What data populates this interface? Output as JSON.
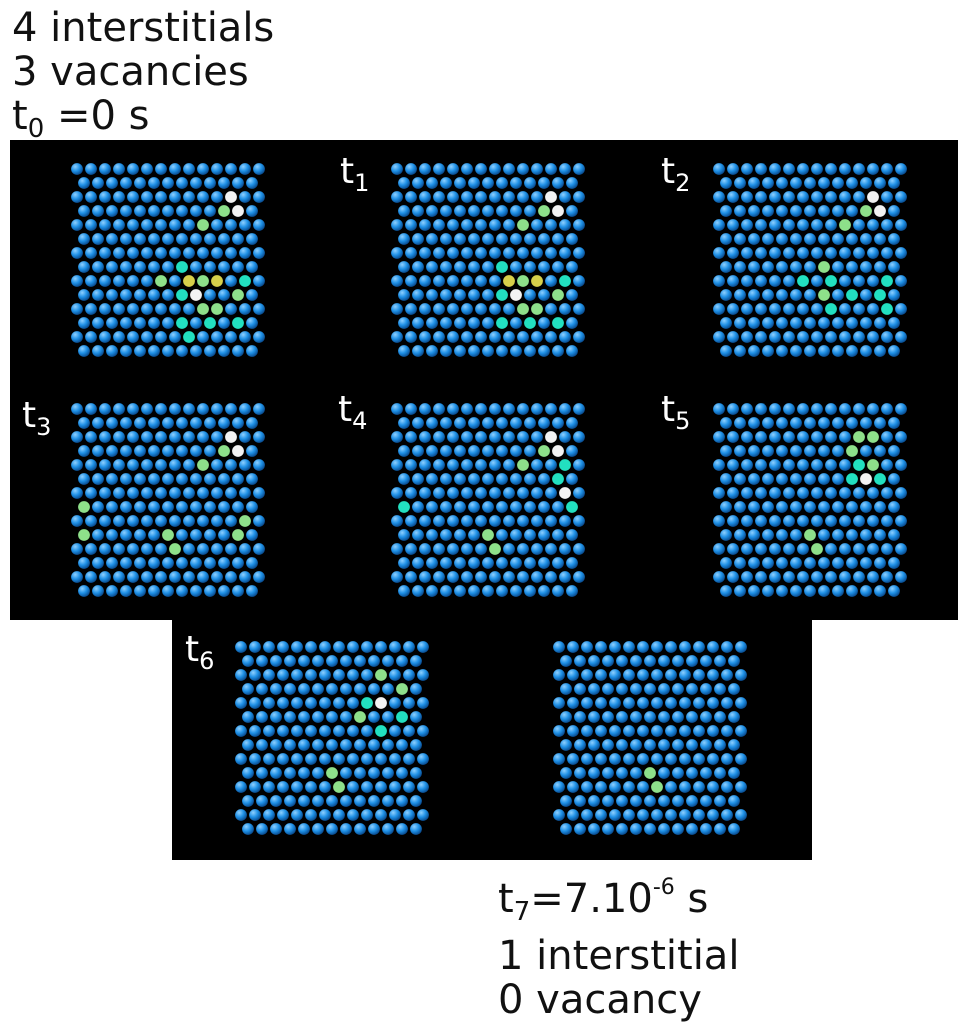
{
  "header": {
    "interstitials": "4 interstitials",
    "vacancies": "3 vacancies",
    "time_base": "t",
    "time_sub": "0",
    "time_rest": " =0 s"
  },
  "footer": {
    "time_base": "t",
    "time_sub": "7",
    "time_mid": "=7.10",
    "time_exp": "-6",
    "time_unit": " s",
    "interstitials": "1 interstitial",
    "vacancies": "0 vacancy"
  },
  "panels": [
    {
      "id": "t0",
      "label_base": "",
      "label_sub": ""
    },
    {
      "id": "t1",
      "label_base": "t",
      "label_sub": "1"
    },
    {
      "id": "t2",
      "label_base": "t",
      "label_sub": "2"
    },
    {
      "id": "t3",
      "label_base": "t",
      "label_sub": "3"
    },
    {
      "id": "t4",
      "label_base": "t",
      "label_sub": "4"
    },
    {
      "id": "t5",
      "label_base": "t",
      "label_sub": "5"
    },
    {
      "id": "t6",
      "label_base": "t",
      "label_sub": "6"
    },
    {
      "id": "t7",
      "label_base": "",
      "label_sub": ""
    }
  ],
  "colors": {
    "background": "#000000",
    "atom": "#1e90e6",
    "atom_highlight": "#8fd0ff",
    "defect_cyan": "#22e0c0",
    "defect_green": "#8ee08a",
    "defect_yellow": "#d8d04a",
    "defect_white": "#f2f2f2"
  }
}
